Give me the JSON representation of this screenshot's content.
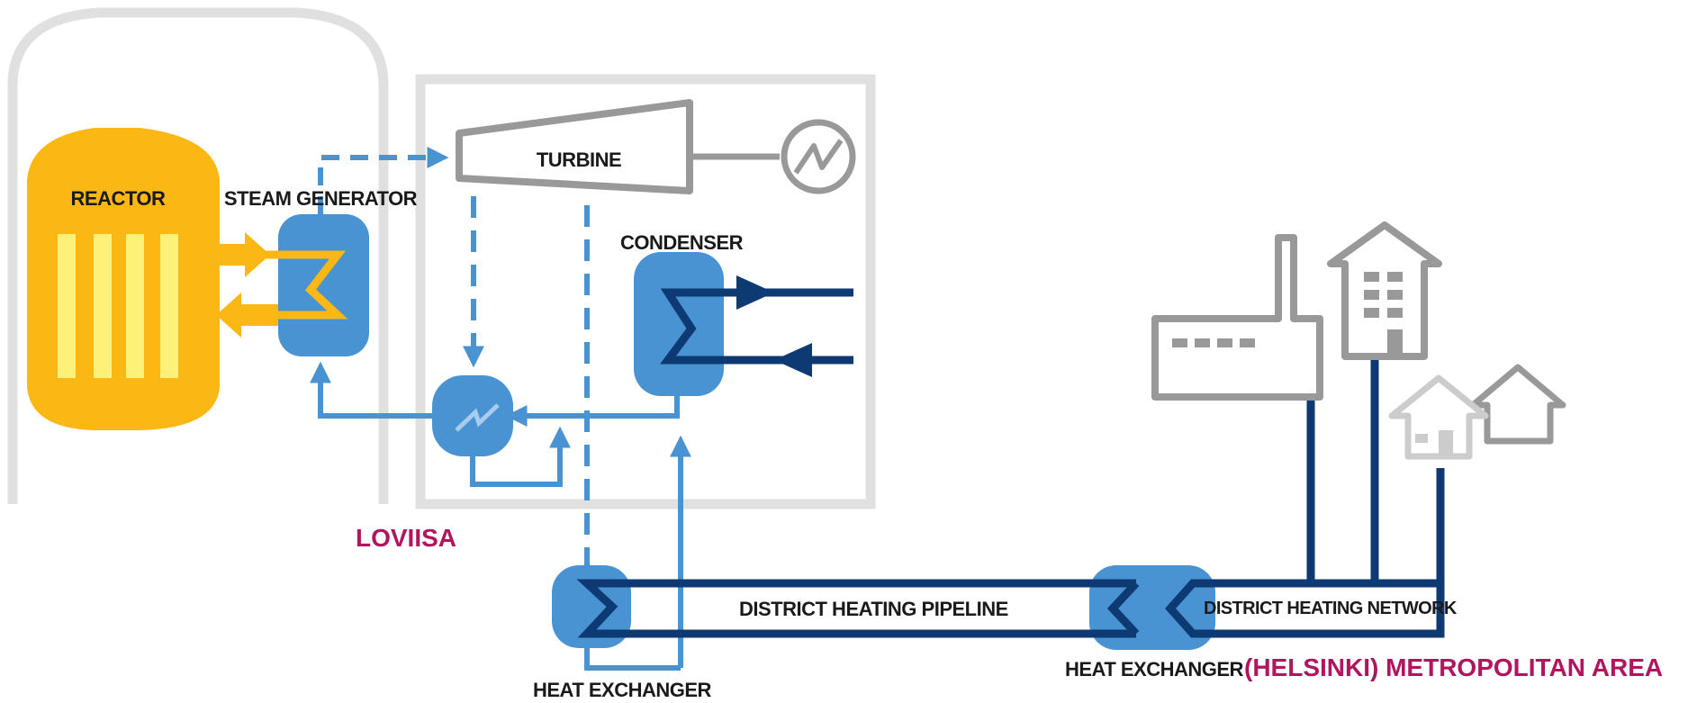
{
  "labels": {
    "reactor": "REACTOR",
    "steam_generator": "STEAM GENERATOR",
    "turbine": "TURBINE",
    "condenser": "CONDENSER",
    "loviisa": "LOVIISA",
    "district_heating_pipeline": "DISTRICT HEATING PIPELINE",
    "district_heating_network": "DISTRICT HEATING NETWORK",
    "heat_exchanger_left": "HEAT EXCHANGER",
    "heat_exchanger_right": "HEAT EXCHANGER",
    "metropolitan_area": "(HELSINKI) METROPOLITAN AREA"
  },
  "colors": {
    "reactor": "#fbb713",
    "fuel_rods": "#fdf17a",
    "loop_blue": "#4a93d2",
    "dark_blue": "#0d3a73",
    "building_grey": "#999999",
    "light_grey": "#cccccc",
    "place_name": "#b0155e"
  },
  "icons": {
    "generator": "generator-icon",
    "factory": "factory-icon",
    "apartment": "apartment-building-icon",
    "houses": "house-icon"
  }
}
